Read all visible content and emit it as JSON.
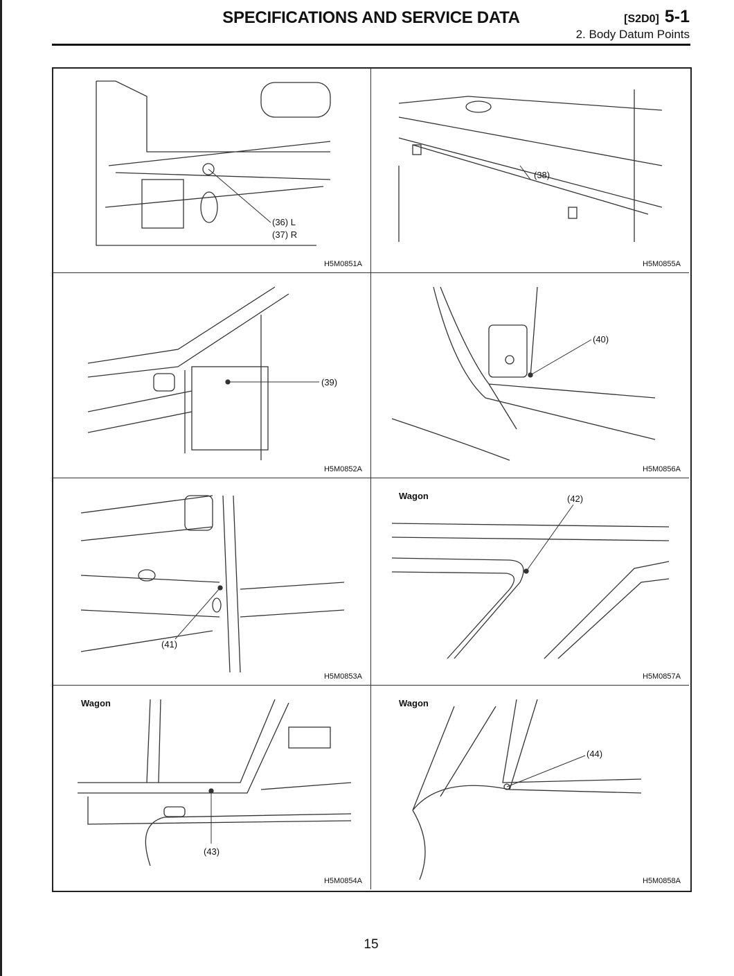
{
  "header": {
    "title": "SPECIFICATIONS AND SERVICE DATA",
    "section_code": "[S2D0]",
    "section_number": "5-1",
    "subtitle": "2.  Body Datum Points"
  },
  "figures": [
    {
      "id": "H5M0851A",
      "callouts": [
        "(36) L",
        "(37) R"
      ]
    },
    {
      "id": "H5M0855A",
      "callouts": [
        "(38)"
      ]
    },
    {
      "id": "H5M0852A",
      "callouts": [
        "(39)"
      ]
    },
    {
      "id": "H5M0856A",
      "callouts": [
        "(40)"
      ]
    },
    {
      "id": "H5M0853A",
      "callouts": [
        "(41)"
      ]
    },
    {
      "id": "H5M0857A",
      "label": "Wagon",
      "callouts": [
        "(42)"
      ]
    },
    {
      "id": "H5M0854A",
      "label": "Wagon",
      "callouts": [
        "(43)"
      ]
    },
    {
      "id": "H5M0858A",
      "label": "Wagon",
      "callouts": [
        "(44)"
      ]
    }
  ],
  "footer": {
    "page_number": "15"
  }
}
